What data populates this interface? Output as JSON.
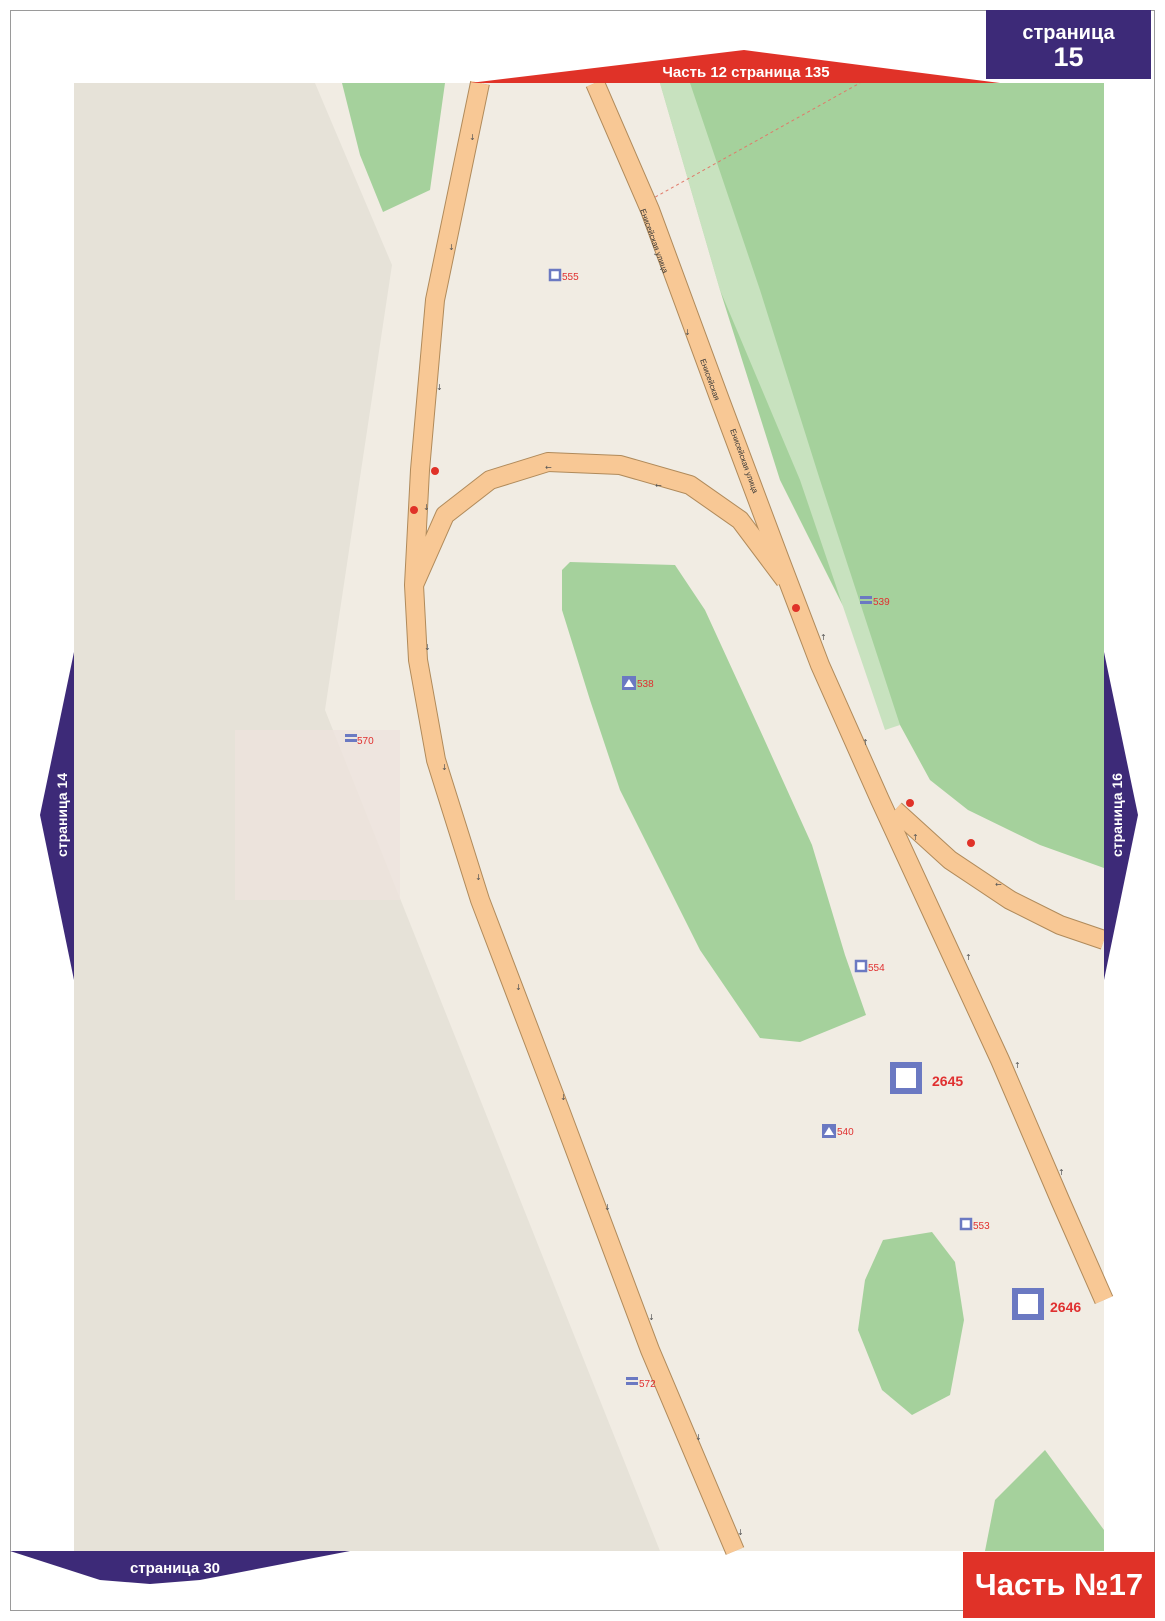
{
  "top_link": "Часть 12 страница 135",
  "left_link": "страница 14",
  "right_link": "страница 16",
  "bottom_link": "страница 30",
  "page_badge": {
    "label": "страница",
    "number": "15"
  },
  "part_badge": "Часть №17",
  "streets": [
    "Енисейская улица",
    "Енисейская",
    "Енисейская улица"
  ],
  "markers": [
    {
      "id": "555",
      "icon": "square-marker-icon"
    },
    {
      "id": "539",
      "icon": "stop-marker-icon"
    },
    {
      "id": "538",
      "icon": "triangle-marker-icon"
    },
    {
      "id": "570",
      "icon": "stop-marker-icon"
    },
    {
      "id": "554",
      "icon": "square-marker-icon"
    },
    {
      "id": "2645",
      "icon": "big-square-marker-icon"
    },
    {
      "id": "540",
      "icon": "triangle-marker-icon"
    },
    {
      "id": "553",
      "icon": "square-marker-icon"
    },
    {
      "id": "2646",
      "icon": "big-square-marker-icon"
    },
    {
      "id": "572",
      "icon": "stop-marker-icon"
    }
  ],
  "colors": {
    "background": "#f1ece3",
    "forest": "#a5d19c",
    "road": "#f8c895",
    "road_edge": "#b08a5a",
    "nav_purple": "#3d2a78",
    "accent_red": "#e03228",
    "marker_blue": "#6b79c2"
  }
}
